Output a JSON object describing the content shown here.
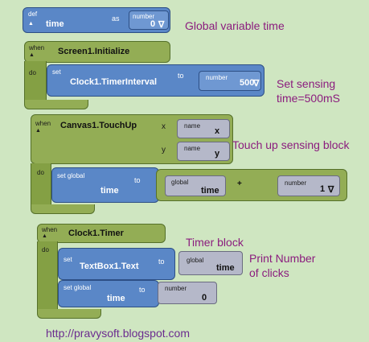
{
  "blocks": {
    "def": {
      "keyword": "def",
      "name": "time",
      "as_label": "as",
      "number_label": "number",
      "value": "0",
      "dropdown": "∇"
    },
    "screen_init": {
      "when": "when",
      "event": "Screen1.Initialize",
      "do": "do",
      "set": "set",
      "property": "Clock1.TimerInterval",
      "to": "to",
      "number_label": "number",
      "value": "500",
      "dropdown": "∇"
    },
    "touch_up": {
      "when": "when",
      "event": "Canvas1.TouchUp",
      "param_x": "x",
      "param_y": "y",
      "name_label": "name",
      "name_x": "x",
      "name_y": "y",
      "do": "do",
      "set_global": "set global",
      "var": "time",
      "to": "to",
      "global_label": "global",
      "global_var": "time",
      "plus": "+",
      "number_label": "number",
      "value": "1",
      "dropdown": "∇"
    },
    "timer": {
      "when": "when",
      "event": "Clock1.Timer",
      "do": "do",
      "set": "set",
      "property": "TextBox1.Text",
      "to": "to",
      "global_label": "global",
      "global_var": "time",
      "set_global": "set global",
      "var": "time",
      "to2": "to",
      "number_label": "number",
      "value": "0"
    }
  },
  "annotations": {
    "global_var": "Global variable time",
    "sensing_line1": "Set sensing",
    "sensing_line2": "time=500mS",
    "touch_up": "Touch up sensing block",
    "timer_block": "Timer block",
    "print_line1": "Print Number",
    "print_line2": "of clicks"
  },
  "footer": {
    "url": "http://pravysoft.blogspot.com"
  },
  "colors": {
    "background": "#cfe6c1",
    "variable_block": "#5a87c7",
    "event_block": "#93ad55",
    "argument_block": "#b5b8c9",
    "annotation_text": "#8b1c7e"
  }
}
